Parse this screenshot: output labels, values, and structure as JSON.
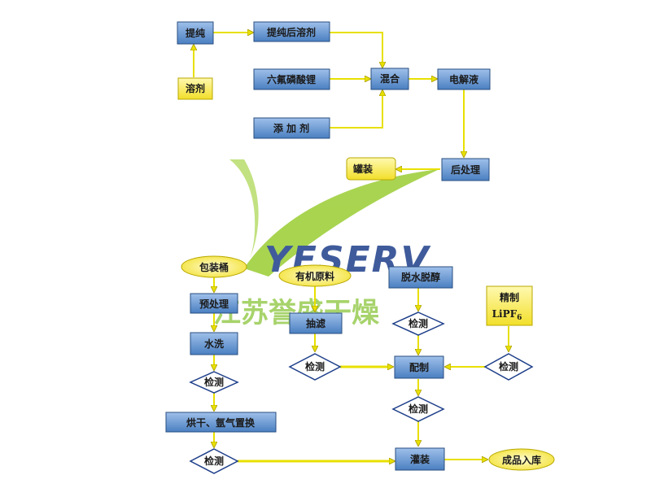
{
  "watermark": {
    "brand_latin": "YESERV",
    "brand_cn": "江苏誉盛干燥",
    "colors": {
      "green": "#9acd32",
      "blue": "#1e3f8a"
    }
  },
  "top_flow": {
    "purify": "提纯",
    "solvent": "溶剂",
    "purified_solvent": "提纯后溶剂",
    "lipf6_salt": "六氟磷酸锂",
    "additive": "添 加 剂",
    "mixing": "混合",
    "electrolyte": "电解液",
    "post_treatment": "后处理",
    "canning": "罐装"
  },
  "bottom_flow": {
    "barrel": "包装桶",
    "pretreatment": "预处理",
    "washing": "水洗",
    "check_1": "检测",
    "drying_argon": "烘干、氩气置换",
    "check_2": "检测",
    "organic_raw": "有机原料",
    "extraction": "抽滤",
    "check_3": "检测",
    "dehydrate": "脱水脱醇",
    "check_4": "检测",
    "refined_label": "精制",
    "refined_formula_base": "LiPF",
    "refined_formula_sub": "6",
    "check_5": "检测",
    "compounding": "配制",
    "check_6": "检测",
    "filling": "灌装",
    "warehouse": "成品入库"
  },
  "colors": {
    "box_blue": "#4a7fc1",
    "box_border": "#2a4f80",
    "yellow": "#fff06a",
    "yellow_border": "#b8a800",
    "arrow": "#e8e000",
    "arrow_dark": "#a89a00"
  }
}
